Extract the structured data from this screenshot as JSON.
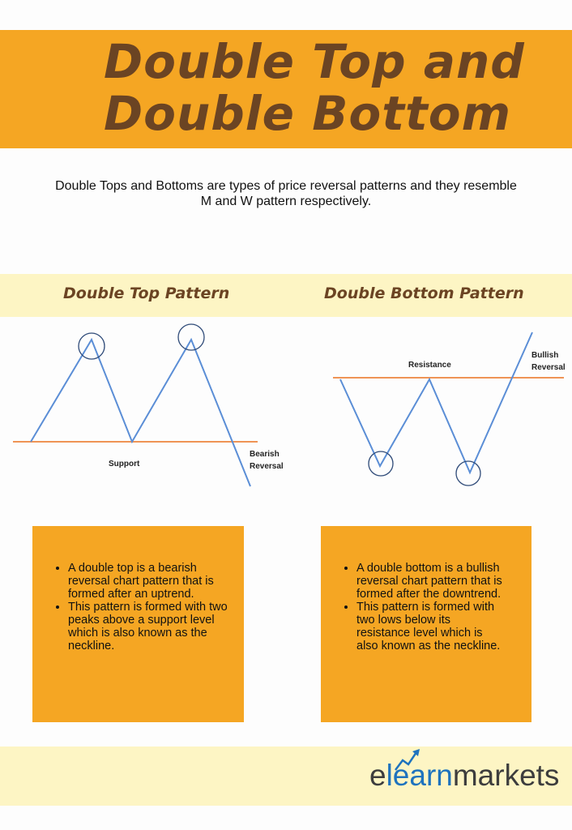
{
  "title": {
    "line1": "Double Top and",
    "line2": "Double Bottom"
  },
  "intro": "Double Tops and Bottoms are types of price reversal patterns and they resemble M and W pattern respectively.",
  "sections": {
    "left_title": "Double Top Pattern",
    "right_title": "Double Bottom Pattern"
  },
  "diagrams": {
    "double_top": {
      "support_label": "Support",
      "reversal_label_1": "Bearish",
      "reversal_label_2": "Reversal"
    },
    "double_bottom": {
      "resistance_label": "Resistance",
      "reversal_label_1": "Bullish",
      "reversal_label_2": "Reversal"
    },
    "colors": {
      "price_line": "#5b8ed6",
      "level_line": "#ef9455",
      "circle": "#2e4a78"
    }
  },
  "info": {
    "left": [
      "A double top is a bearish reversal chart pattern that is formed after an uptrend.",
      "This pattern is formed with two peaks above a support level which is also known as the neckline."
    ],
    "right": [
      "A double bottom is a bullish reversal chart pattern that is formed after the downtrend.",
      "This pattern is formed with two lows below its resistance level which is also known as the neckline."
    ]
  },
  "logo": {
    "part_a": "e",
    "part_b": "learn",
    "part_c": "markets",
    "icon": "trend-up-arrow-icon"
  },
  "colors": {
    "banner": "#f5a623",
    "band": "#fdf5c4",
    "title_text": "#6b4423",
    "logo_blue": "#1e73be"
  }
}
